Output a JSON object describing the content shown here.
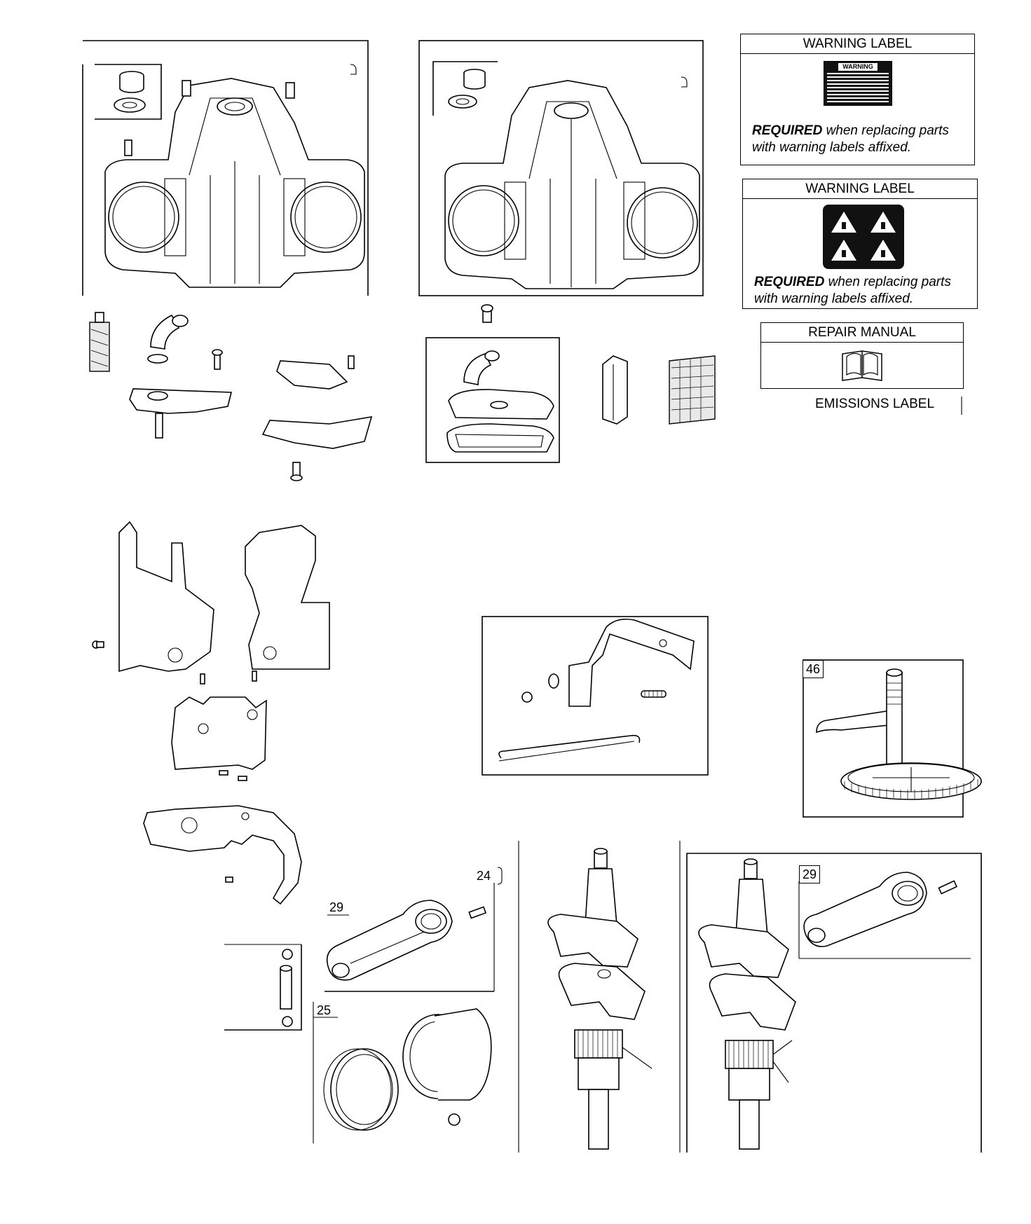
{
  "labels": {
    "warning_label_1": {
      "title": "WARNING LABEL",
      "req_bold": "REQUIRED",
      "req_rest": " when replacing parts",
      "req_line2": "with warning labels affixed.",
      "badge_text": "WARNING"
    },
    "warning_label_2": {
      "title": "WARNING LABEL",
      "req_bold": "REQUIRED",
      "req_rest": " when replacing parts",
      "req_line2": "with warning labels affixed."
    },
    "repair_manual": {
      "title": "REPAIR MANUAL"
    },
    "emissions_label": "EMISSIONS LABEL"
  },
  "callouts": {
    "num_46": "46",
    "num_29_conrod": "29",
    "num_24": "24",
    "num_25": "25",
    "num_29_crank": "29"
  }
}
